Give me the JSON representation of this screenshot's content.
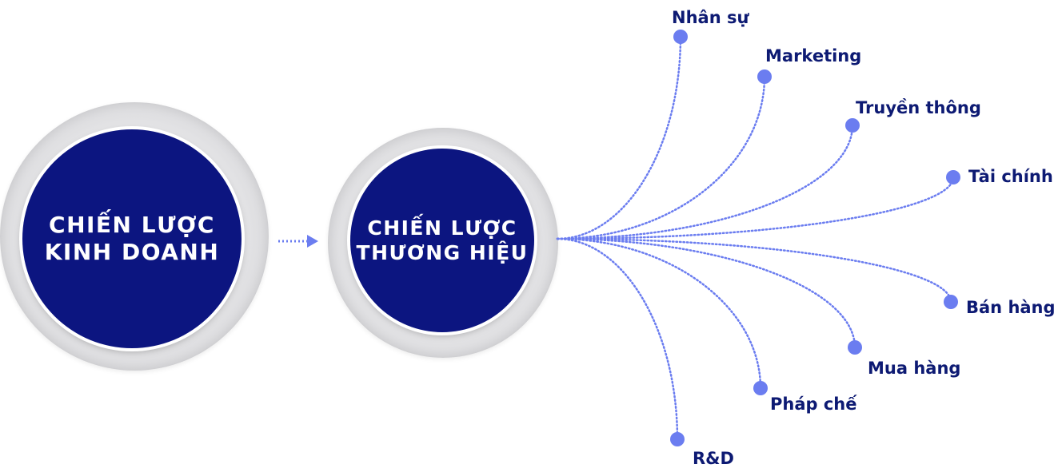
{
  "nodes": {
    "business_strategy": {
      "line1": "CHIẾN LƯỢC",
      "line2": "KINH DOANH"
    },
    "brand_strategy": {
      "line1": "CHIẾN LƯỢC",
      "line2": "THƯƠNG HIỆU"
    }
  },
  "branches": [
    {
      "key": "nhan_su",
      "label": "Nhân sự"
    },
    {
      "key": "marketing",
      "label": "Marketing"
    },
    {
      "key": "truyen_thong",
      "label": "Truyền thông"
    },
    {
      "key": "tai_chinh",
      "label": "Tài chính"
    },
    {
      "key": "ban_hang",
      "label": "Bán hàng"
    },
    {
      "key": "mua_hang",
      "label": "Mua hàng"
    },
    {
      "key": "phap_che",
      "label": "Pháp chế"
    },
    {
      "key": "rnd",
      "label": "R&D"
    }
  ],
  "colors": {
    "core": "#0c1580",
    "label": "#0d1a73",
    "connector": "#6b7df0"
  }
}
